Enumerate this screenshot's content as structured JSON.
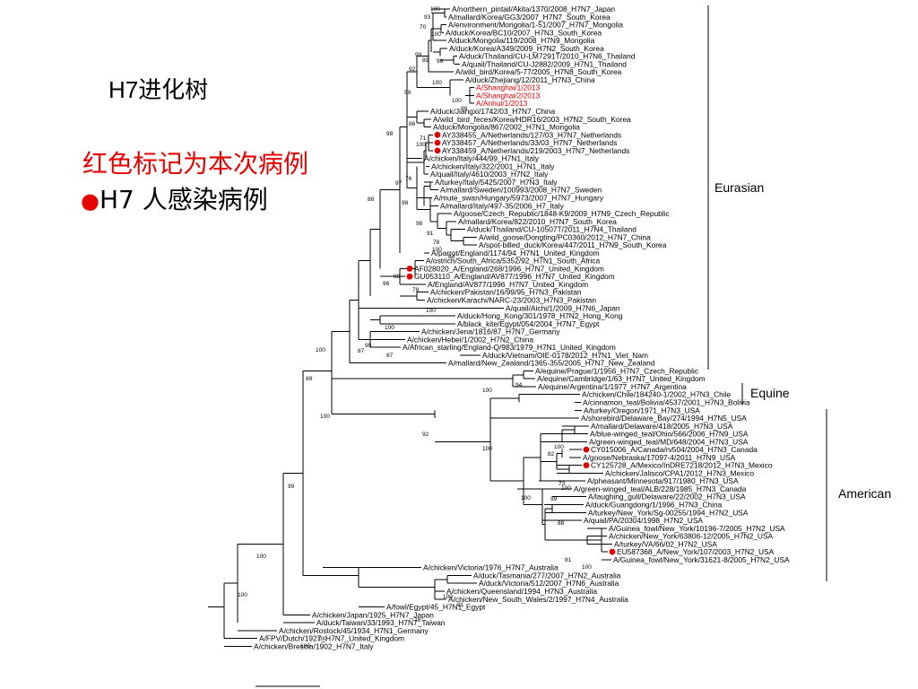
{
  "labels": {
    "title": "H7进化树",
    "legend_red": "红色标记为本次病例",
    "legend_h7_dot": "●",
    "legend_h7": "H7 人感染病例"
  },
  "colors": {
    "highlight": "#e00000",
    "line": "#000000"
  },
  "clades": [
    "Eurasian",
    "Equine",
    "American"
  ],
  "leaves": [
    {
      "t": "A/northern_pintail/Akita/1370/2008_H7N7_Japan"
    },
    {
      "t": "A/mallard/Korea/GG3/2007_H7N7_South_Korea"
    },
    {
      "t": "A/environment/Mongolia/1-51/2007_H7N7_Mongolia"
    },
    {
      "t": "A/duck/Korea/BC10/2007_H7N3_South_Korea"
    },
    {
      "t": "A/duck/Mongolia/119/2008_H7N9_Mongolia"
    },
    {
      "t": "A/duck/Korea/A349/2009_H7N2_South_Korea"
    },
    {
      "t": "A/duck/Thailand/CU-LM7291T/2010_H7N6_Thailand"
    },
    {
      "t": "A/quail/Thailand/CU-J2882/2009_H7N1_Thailand"
    },
    {
      "t": "A/wild_bird/Korea/5-77/2005_H7N8_South_Korea"
    },
    {
      "t": "A/duck/Zhejiang/12/2011_H7N3_China"
    },
    {
      "t": "A/Shanghai/1/2013",
      "red": true
    },
    {
      "t": "A/Shanghai/2/2013",
      "red": true
    },
    {
      "t": "A/Anhui/1/2013",
      "red": true
    },
    {
      "t": "A/duck/Jiangxi/1742/03_H7N7_China"
    },
    {
      "t": "A/wild_bird_feces/Korea/HDR16/2003_H7N2_South_Korea"
    },
    {
      "t": "A/duck/Mongolia/867/2002_H7N1_Mongolia"
    },
    {
      "t": "AY338455_A/Netherlands/127/03_H7N7_Netherlands",
      "dot": true
    },
    {
      "t": "AY338457_A/Netherlands/33/03_H7N7_Netherlands",
      "dot": true
    },
    {
      "t": "AY338459_A/Netherlands/219/2003_H7N7_Netherlands",
      "dot": true
    },
    {
      "t": "A/chicken/Italy/444/99_H7N1_Italy"
    },
    {
      "t": "A/chicken/Italy/322/2001_H7N1_Italy"
    },
    {
      "t": "A/quail/Italy/4610/2003_H7N2_Italy"
    },
    {
      "t": "A/turkey/Italy/5425/2007_H7N3_Italy"
    },
    {
      "t": "A/mallard/Sweden/100993/2008_H7N7_Sweden"
    },
    {
      "t": "A/mute_swan/Hungary/5973/2007_H7N7_Hungary"
    },
    {
      "t": "A/mallard/Italy/497-35/2006_H7_Italy"
    },
    {
      "t": "A/goose/Czech_Republic/1848-K9/2009_H7N9_Czech_Republic"
    },
    {
      "t": "A/mallard/Korea/822/2010_H7N7_South_Korea"
    },
    {
      "t": "A/duck/Thailand/CU-10507T/2011_H7N4_Thailand"
    },
    {
      "t": "A/wild_goose/Dongting/PC0360/2012_H7N7_China"
    },
    {
      "t": "A/spot-billed_duck/Korea/447/2011_H7N9_South_Korea"
    },
    {
      "t": "A/parrot/England/1174/94_H7N1_United_Kingdom"
    },
    {
      "t": "A/ostrich/South_Africa/5352/92_H7N1_South_Africa"
    },
    {
      "t": "AF028020_A/England/268/1996_H7N7_United_Kingdom",
      "dot": true
    },
    {
      "t": "GU053110_A/England/AV877/1996_H7N7_United_Kingdom",
      "dot": true
    },
    {
      "t": "A/England/AV877/1996_H7N7_United_Kingdom"
    },
    {
      "t": "A/chicken/Pakistan/16/99/95_H7N3_Pakistan"
    },
    {
      "t": "A/chicken/Karachi/NARC-23/2003_H7N3_Pakistan"
    },
    {
      "t": "A/quail/Aichi/1/2009_H7N6_Japan"
    },
    {
      "t": "A/duck/Hong_Kong/301/1978_H7N2_Hong_Kong"
    },
    {
      "t": "A/black_kite/Egypt/054/2004_H7N7_Egypt"
    },
    {
      "t": "A/chicken/Jena/1816/87_H7N7_Germany"
    },
    {
      "t": "A/chicken/Hebei/1/2002_H7N2_China"
    },
    {
      "t": "A/African_starling/England-Q/983/1979_H7N1_United_Kingdom"
    },
    {
      "t": "A/duck/Vietnam/OIE-0178/2012_H7N1_Viet_Nam"
    },
    {
      "t": "A/mallard/New_Zealand/1365-355/2005_H7N7_New_Zealand"
    },
    {
      "t": "A/equine/Prague/1/1956_H7N7_Czech_Republic"
    },
    {
      "t": "A/equine/Cambridge/1/63_H7N7_United_Kingdom"
    },
    {
      "t": "A/equine/Argentina/1/1977_H7N7_Argentina"
    },
    {
      "t": "A/chicken/Chile/184240-1/2002_H7N3_Chile"
    },
    {
      "t": "A/cinnamon_teal/Bolivia/4537/2001_H7N3_Bolivia"
    },
    {
      "t": "A/turkey/Oregon/1971_H7N3_USA"
    },
    {
      "t": "A/shorebird/Delaware_Bay/274/1994_H7N5_USA"
    },
    {
      "t": "A/mallard/Delaware/418/2005_H7N3_USA"
    },
    {
      "t": "A/blue-winged_teal/Ohio/566/2006_H7N9_USA"
    },
    {
      "t": "A/green-winged_teal/MD/648/2004_H7N3_USA"
    },
    {
      "t": "CY015006_A/Canada/rv504/2004_H7N3_Canada",
      "dot": true
    },
    {
      "t": "A/goose/Nebraska/17097-4/2011_H7N9_USA"
    },
    {
      "t": "CY125728_A/Mexico/InDRE7218/2012_H7N3_Mexico",
      "dot": true
    },
    {
      "t": "A/chicken/Jalisco/CPA1/2012_H7N3_Mexico"
    },
    {
      "t": "A/pheasant/Minnesota/917/1980_H7N3_USA"
    },
    {
      "t": "A/green-winged_teal/ALB/228/1985_H7N3_Canada"
    },
    {
      "t": "A/laughing_gull/Delaware/22/2002_H7N3_USA"
    },
    {
      "t": "A/duck/Guangdong/1/1996_H7N3_China"
    },
    {
      "t": "A/turkey/New_York/Sg-00255/1994_H7N2_USA"
    },
    {
      "t": "A/quail/PA/20304/1998_H7N2_USA"
    },
    {
      "t": "A/Guinea_fowl/New_York/10196-7/2005_H7N2_USA"
    },
    {
      "t": "A/chicken/New_York/63806-12/2005_H7N2_USA"
    },
    {
      "t": "A/turkey/VA/66/02_H7N2_USA"
    },
    {
      "t": "EU587368_A/New_York/107/2003_H7N2_USA",
      "dot": true
    },
    {
      "t": "A/Guinea_fowl/New_York/31621-8/2005_H7N2_USA"
    },
    {
      "t": "A/chicken/Victoria/1976_H7N7_Australia"
    },
    {
      "t": "A/duck/Tasmania/277/2007_H7N2_Australia"
    },
    {
      "t": "A/duck/Victoria/512/2007_H7N6_Australia"
    },
    {
      "t": "A/chicken/Queensland/1994_H7N3_Australia"
    },
    {
      "t": "A/chicken/New_South_Wales/2/1997_H7N4_Australia"
    },
    {
      "t": "A/fowl/Egypt/45_H7N1_Egypt"
    },
    {
      "t": "A/chicken/Japan/1925_H7N7_Japan"
    },
    {
      "t": "A/duck/Taiwan/33/1993_H7N7_Taiwan"
    },
    {
      "t": "A/chicken/Rostock/45/1934_H7N1_Germany"
    },
    {
      "t": "A/FPV/Dutch/1927_H7N7_United_Kingdom"
    },
    {
      "t": "A/chicken/Brescia/1902_H7N7_Italy"
    }
  ],
  "bootstrap": [
    "100",
    "93",
    "70",
    "100",
    "99",
    "89",
    "98",
    "92",
    "100",
    "100",
    "99",
    "99",
    "86",
    "98",
    "71",
    "100",
    "76",
    "97",
    "98",
    "88",
    "98",
    "91",
    "78",
    "100",
    "84",
    "88",
    "96",
    "78",
    "100",
    "100",
    "99",
    "87",
    "87",
    "100",
    "89",
    "94",
    "100",
    "100",
    "92",
    "100",
    "100",
    "82",
    "73",
    "100",
    "100",
    "99",
    "88",
    "81",
    "100",
    "99",
    "100",
    "100",
    "91",
    "78",
    "100",
    "100",
    "100"
  ]
}
